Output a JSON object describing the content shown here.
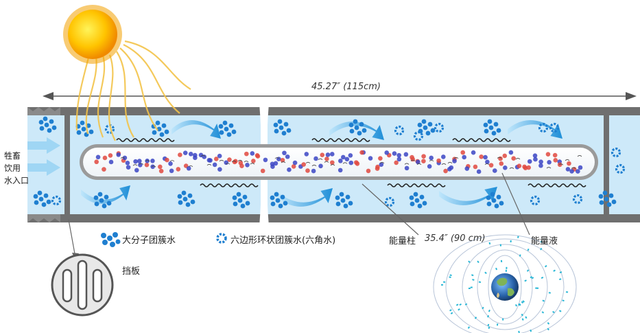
{
  "dimensions": {
    "overall": "45.27″ (115cm)",
    "column": "35.4″ (90 cm)"
  },
  "inlet_label": [
    "牲畜",
    "饮用",
    "水入口"
  ],
  "legend": {
    "large_cluster": "大分子团簇水",
    "hexagonal_cluster": "六边形环状团簇水(六角水)"
  },
  "labels": {
    "energy_column": "能量柱",
    "energy_liquid": "能量液",
    "baffle": "挡板"
  },
  "colors": {
    "water": "#cde9f9",
    "pipe_wall": "#6f6f6f",
    "cluster_blue": "#1f7fd0",
    "arrow_blue": "#38a9e6",
    "sun": "#f7b500",
    "red_particle": "#e0493f",
    "blue_particle": "#3b45c4"
  }
}
